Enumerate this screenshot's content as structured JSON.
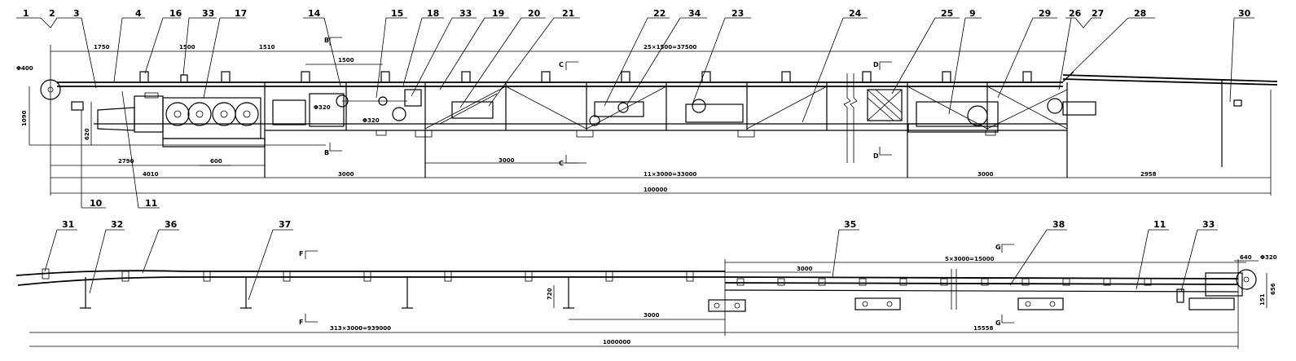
{
  "callouts_top": [
    {
      "text": "1"
    },
    {
      "text": "2"
    },
    {
      "text": "3"
    },
    {
      "text": "4"
    },
    {
      "text": "16"
    },
    {
      "text": "33"
    },
    {
      "text": "17"
    },
    {
      "text": "14"
    },
    {
      "text": "15"
    },
    {
      "text": "18"
    },
    {
      "text": "33"
    },
    {
      "text": "19"
    },
    {
      "text": "20"
    },
    {
      "text": "21"
    },
    {
      "text": "22"
    },
    {
      "text": "34"
    },
    {
      "text": "23"
    },
    {
      "text": "24"
    },
    {
      "text": "25"
    },
    {
      "text": "9"
    },
    {
      "text": "29"
    },
    {
      "text": "26"
    },
    {
      "text": "27"
    },
    {
      "text": "28"
    },
    {
      "text": "30"
    }
  ],
  "callouts_top_lower": [
    {
      "text": "10"
    },
    {
      "text": "11"
    }
  ],
  "callouts_bottom": [
    {
      "text": "31"
    },
    {
      "text": "32"
    },
    {
      "text": "36"
    },
    {
      "text": "37"
    },
    {
      "text": "35"
    },
    {
      "text": "38"
    },
    {
      "text": "11"
    },
    {
      "text": "33"
    }
  ],
  "dims_top": {
    "d1750": "1750",
    "d1500a": "1500",
    "d1510": "1510",
    "d1500b": "1500",
    "d37500": "25×1500=37500",
    "phi400": "Φ400",
    "v1090": "1090",
    "v620": "620",
    "phi320a": "Φ320",
    "phi320b": "Φ320",
    "d2790": "2790",
    "d600": "600",
    "d3000c": "3000",
    "d4010": "4010",
    "d3000a": "3000",
    "d33000": "11×3000=33000",
    "d3000b": "3000",
    "d2958": "2958",
    "d100000": "100000"
  },
  "dims_bottom": {
    "d3000a": "3000",
    "d15000": "5×3000=15000",
    "d640": "640",
    "phi320": "Φ320",
    "v720": "720",
    "v656": "656",
    "v151": "151",
    "d939000": "313×3000=939000",
    "d3000b": "3000",
    "d15558": "15558",
    "d1000000": "1000000"
  },
  "sections": {
    "b_top": "B",
    "b_bot": "B",
    "c_top": "C",
    "c_bot": "C",
    "d_top": "D",
    "d_bot": "D",
    "f_top": "F",
    "f_bot": "F",
    "g_top": "G",
    "g_bot": "G"
  }
}
